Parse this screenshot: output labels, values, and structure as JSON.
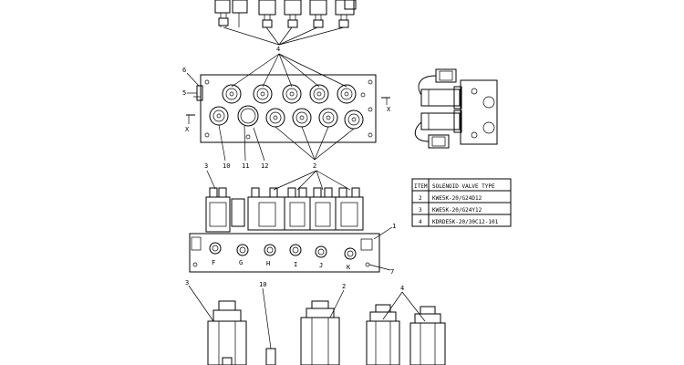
{
  "callouts": {
    "top_4": "4",
    "left_6": "6",
    "left_5": "5",
    "x_left": "X",
    "x_right": "X",
    "c10": "10",
    "c11": "11",
    "c12": "12",
    "c3": "3",
    "c2": "2",
    "c1": "1",
    "c7": "7",
    "b3": "3",
    "b10": "10",
    "b2": "2",
    "b4": "4"
  },
  "ports": [
    "F",
    "G",
    "H",
    "I",
    "J",
    "K"
  ],
  "table": {
    "headers": [
      "ITEM",
      "SOLENOID VALVE TYPE"
    ],
    "rows": [
      {
        "item": "2",
        "type": "KWE5K-20/G24D12"
      },
      {
        "item": "3",
        "type": "KWE5K-20/G24Y12"
      },
      {
        "item": "4",
        "type": "KDRDE5K-20/30C12-101"
      }
    ]
  }
}
